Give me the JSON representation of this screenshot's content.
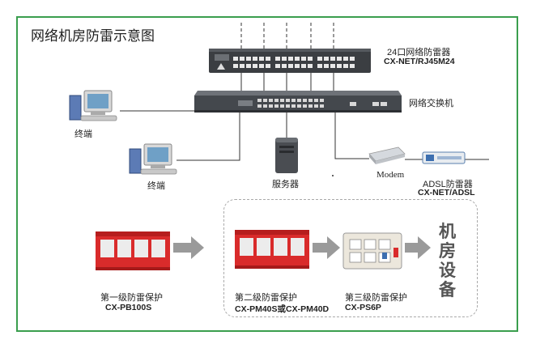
{
  "diagram": {
    "title": "网络机房防雷示意图",
    "arrester24": {
      "line1": "24口网络防雷器",
      "line2": "CX-NET/RJ45M24"
    },
    "switch_label": "网络交换机",
    "terminal1": "终端",
    "terminal2": "终端",
    "server": "服务器",
    "modem": "Modem",
    "adsl": {
      "line1": "ADSL防雷器",
      "line2": "CX-NET/ADSL"
    },
    "stage1": {
      "name": "第一级防雷保护",
      "model": "CX-PB100S"
    },
    "stage2": {
      "name": "第二级防雷保护",
      "model": "CX-PM40S或CX-PM40D"
    },
    "stage3": {
      "name": "第三级防雷保护",
      "model": "CX-PS6P"
    },
    "room_equipment": [
      "机",
      "房",
      "设",
      "备"
    ]
  },
  "colors": {
    "frame": "#3a9e4e",
    "device_dark": "#3b3e42",
    "spd_red": "#d92b2b",
    "arrow_gray": "#9a9a9a",
    "dashed": "#a9a9a9"
  }
}
